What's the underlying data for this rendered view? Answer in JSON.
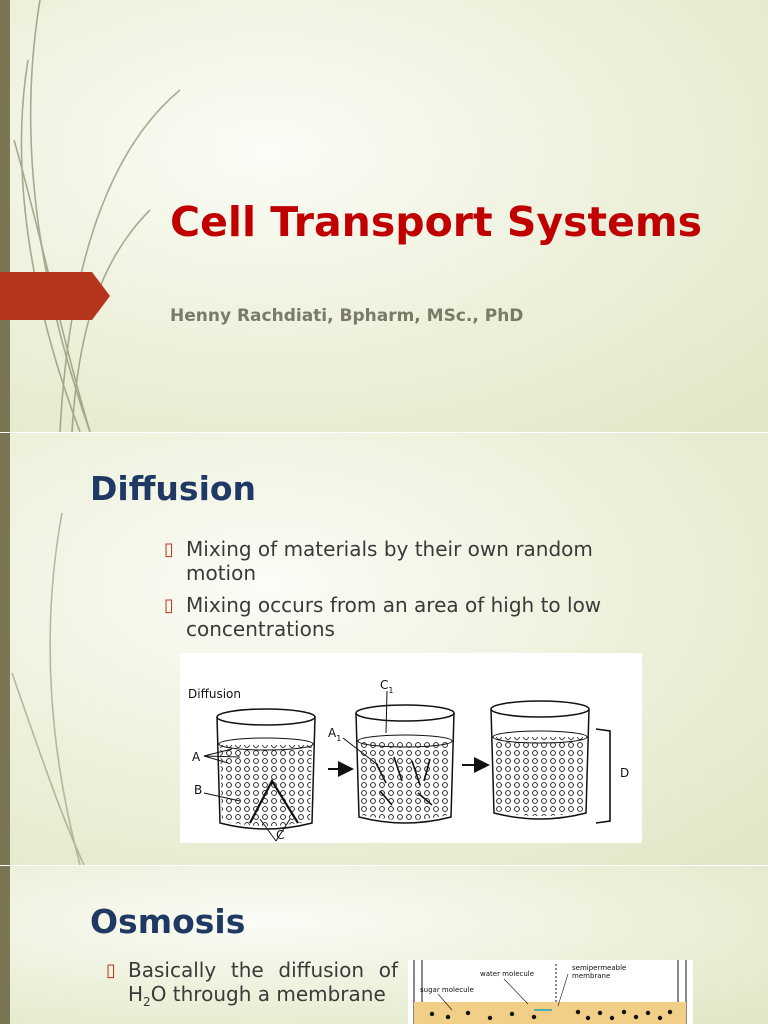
{
  "slide1": {
    "title": "Cell Transport Systems",
    "author": "Henny Rachdiati, Bpharm, MSc., PhD"
  },
  "slide2": {
    "heading": "Diffusion",
    "bullets": [
      "Mixing of materials by their own random motion",
      "Mixing occurs from an area of high to low concentrations"
    ],
    "figure": {
      "title": "Diffusion",
      "labels": {
        "a": "A",
        "b": "B",
        "c": "C",
        "a1": "A",
        "c1": "C",
        "d": "D",
        "sub": "1"
      }
    }
  },
  "slide3": {
    "heading": "Osmosis",
    "bullet_h2o_prefix": "Basically the diffusion of H",
    "bullet_h2o_sub": "2",
    "bullet_h2o_suffix": "O through a membrane",
    "figure": {
      "water_label": "water molecule",
      "membrane_label_1": "semipermeable",
      "membrane_label_2": "membrane",
      "sugar_label": "sugar molecule"
    }
  },
  "colors": {
    "title_red": "#c00000",
    "heading_navy": "#1f3864",
    "accent_rust": "#b5361c",
    "bar_olive": "#7a7552"
  },
  "icons": {
    "bullet": "chevron-bullet-icon"
  }
}
